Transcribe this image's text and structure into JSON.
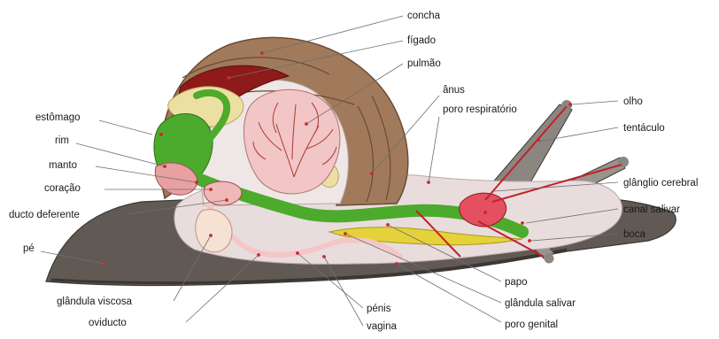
{
  "labels": {
    "concha": "concha",
    "figado": "fígado",
    "pulmao": "pulmão",
    "anus": "ânus",
    "poro_respiratorio": "poro respiratório",
    "olho": "olho",
    "tentaculo": "tentáculo",
    "estomago": "estômago",
    "rim": "rim",
    "manto": "manto",
    "coracao": "coração",
    "ducto_deferente": "ducto deferente",
    "ganglio_cerebral": "glânglio cerebral",
    "canal_salivar": "canal salivar",
    "boca": "boca",
    "pe": "pé",
    "papo": "papo",
    "glandula_salivar": "glândula salivar",
    "poro_genital": "poro genital",
    "glandula_viscosa": "glândula viscosa",
    "penis": "pénis",
    "oviducto": "oviducto",
    "vagina": "vagina"
  },
  "colors": {
    "foot": "#615a54",
    "foot_edge": "#3c3733",
    "shell": "#a07a5a",
    "shell_dark": "#6e4a34",
    "body": "#e9dcdc",
    "liver": "#8e1a1a",
    "intestine": "#ecdfa2",
    "lung": "#f2c6c6",
    "gut": "#4caa2c",
    "gland": "#e5d23a",
    "nerve": "#c0222b",
    "leader": "#6f6f6f"
  }
}
